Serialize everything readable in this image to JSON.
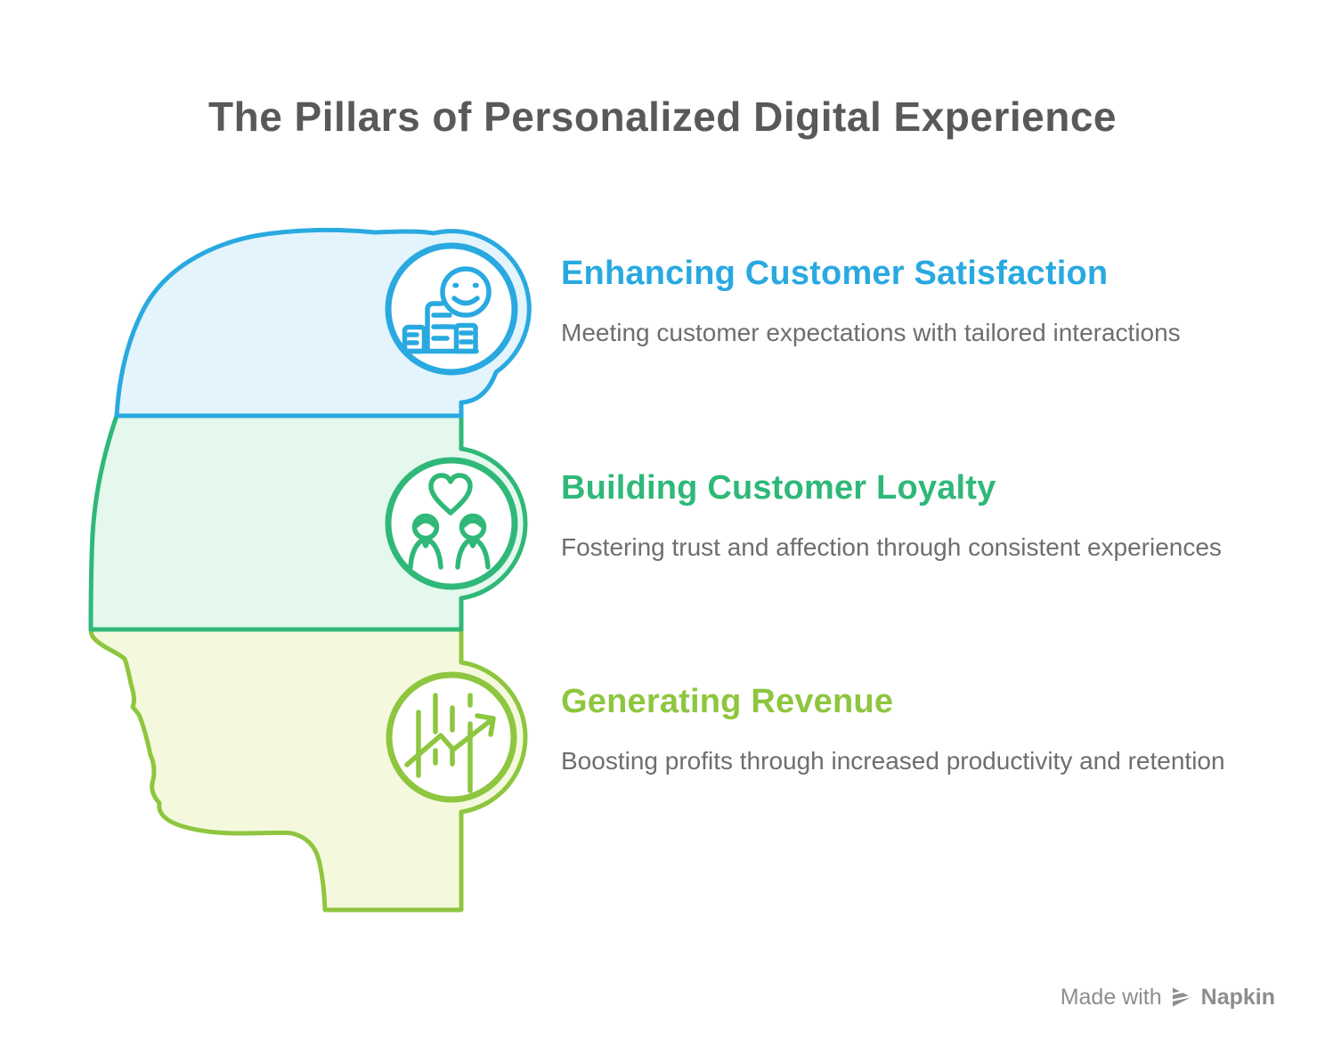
{
  "title": "The Pillars of Personalized Digital Experience",
  "sections": [
    {
      "heading": "Enhancing Customer Satisfaction",
      "description": "Meeting customer expectations with tailored interactions",
      "icon": "thumbs-up-smiley-icon",
      "accent_color": "#29A9E0",
      "fill_color": "#E4F4FC"
    },
    {
      "heading": "Building Customer Loyalty",
      "description": "Fostering trust and affection through consistent experiences",
      "icon": "people-heart-icon",
      "accent_color": "#2FB878",
      "fill_color": "#E4F8ED"
    },
    {
      "heading": "Generating Revenue",
      "description": "Boosting profits through increased productivity and retention",
      "icon": "growth-chart-arrow-icon",
      "accent_color": "#8EC63F",
      "fill_color": "#F4F9DE"
    }
  ],
  "watermark": {
    "prefix": "Made with",
    "brand": "Napkin",
    "icon": "napkin-logo-icon"
  },
  "colors": {
    "blue": "#29A9E0",
    "blue-fill": "#E4F4FC",
    "green": "#2FB878",
    "green-fill": "#E4F8ED",
    "lime": "#8EC63F",
    "lime-fill": "#F4F9DE",
    "title-text": "#58595B",
    "body-text": "#6D6E71",
    "watermark-text": "#8D8D90",
    "background": "#FFFFFF"
  }
}
